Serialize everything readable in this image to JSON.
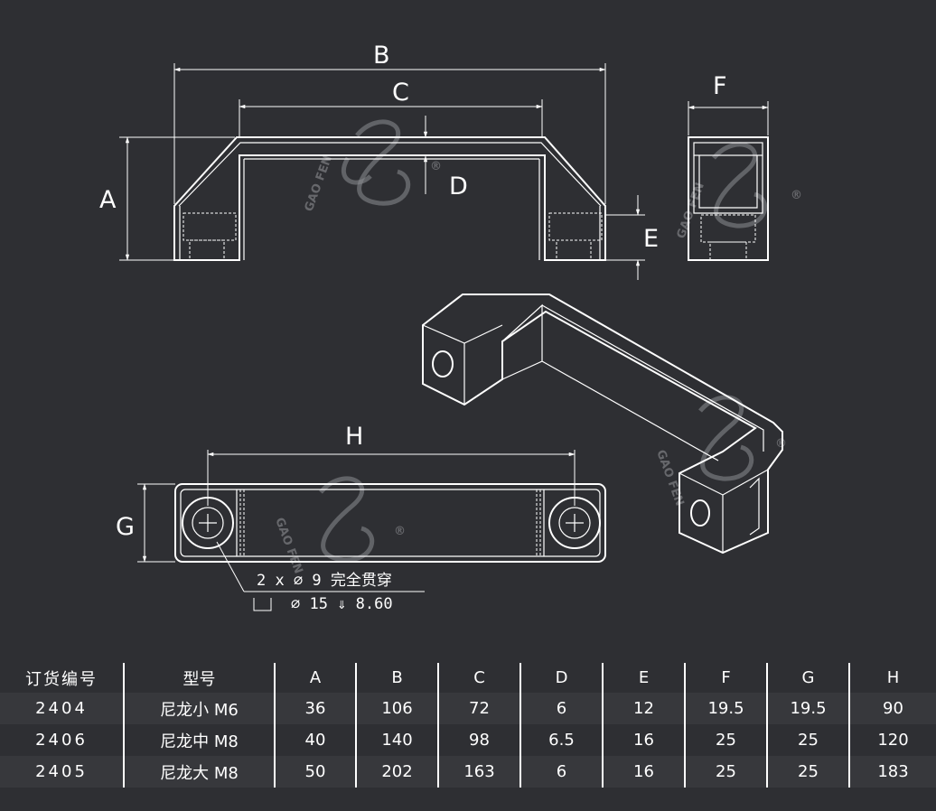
{
  "dimension_labels": {
    "A": "A",
    "B": "B",
    "C": "C",
    "D": "D",
    "E": "E",
    "F": "F",
    "G": "G",
    "H": "H"
  },
  "hole_note": {
    "line1": "2 x ∅ 9 完全贯穿",
    "line2": "∅ 15 ⇓ 8.60"
  },
  "watermark": {
    "brand": "GAO FEN",
    "registered": "®"
  },
  "table": {
    "headers": [
      "订货编号",
      "型号",
      "A",
      "B",
      "C",
      "D",
      "E",
      "F",
      "G",
      "H"
    ],
    "rows": [
      [
        "2404",
        "尼龙小 M6",
        "36",
        "106",
        "72",
        "6",
        "12",
        "19.5",
        "19.5",
        "90"
      ],
      [
        "2406",
        "尼龙中 M8",
        "40",
        "140",
        "98",
        "6.5",
        "16",
        "25",
        "25",
        "120"
      ],
      [
        "2405",
        "尼龙大 M8",
        "50",
        "202",
        "163",
        "6",
        "16",
        "25",
        "25",
        "183"
      ]
    ]
  }
}
